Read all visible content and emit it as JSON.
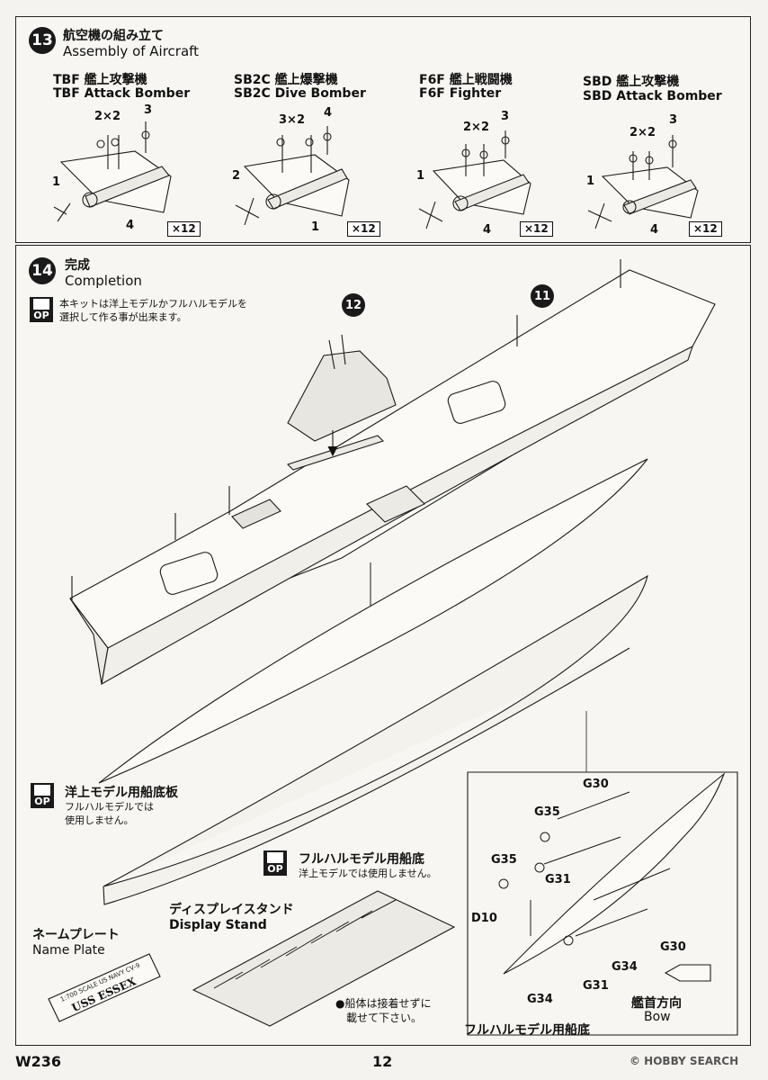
{
  "step13": {
    "number": "13",
    "title_jp": "航空機の組み立て",
    "title_en": "Assembly of Aircraft",
    "aircraft": [
      {
        "name_jp": "TBF 艦上攻撃機",
        "name_en": "TBF Attack Bomber",
        "labels": [
          "2×2",
          "3",
          "1",
          "4"
        ],
        "qty": "×12"
      },
      {
        "name_jp": "SB2C 艦上爆撃機",
        "name_en": "SB2C Dive Bomber",
        "labels": [
          "3×2",
          "4",
          "2",
          "1"
        ],
        "qty": "×12"
      },
      {
        "name_jp": "F6F 艦上戦闘機",
        "name_en": "F6F Fighter",
        "labels": [
          "2×2",
          "3",
          "1",
          "4"
        ],
        "qty": "×12"
      },
      {
        "name_jp": "SBD 艦上攻撃機",
        "name_en": "SBD Attack Bomber",
        "labels": [
          "2×2",
          "3",
          "1",
          "4"
        ],
        "qty": "×12"
      }
    ]
  },
  "step14": {
    "number": "14",
    "title_jp": "完成",
    "title_en": "Completion",
    "op_label": "OP",
    "option_note_1": "本キットは洋上モデルかフルハルモデルを",
    "option_note_2": "選択して作る事が出来ます。",
    "ref_12": "12",
    "ref_11": "11",
    "waterline_plate_title": "洋上モデル用船底板",
    "waterline_plate_note_1": "フルハルモデルでは",
    "waterline_plate_note_2": "使用しません。",
    "fullhull_bottom_title": "フルハルモデル用船底",
    "fullhull_bottom_note": "洋上モデルでは使用しません。",
    "display_stand_jp": "ディスプレイスタンド",
    "display_stand_en": "Display Stand",
    "name_plate_jp": "ネームプレート",
    "name_plate_en": "Name Plate",
    "name_plate_line1": "1:700 SCALE US NAVY CV-9",
    "name_plate_line2": "USS ESSEX",
    "hull_note_1": "●船体は接着せずに",
    "hull_note_2": "載せて下さい。",
    "inset": {
      "parts": [
        "G30",
        "G35",
        "G35",
        "G31",
        "D10",
        "G34",
        "G31",
        "G34",
        "G30"
      ],
      "bow_jp": "艦首方向",
      "bow_en": "Bow",
      "caption": "フルハルモデル用船底"
    }
  },
  "footer": {
    "code": "W236",
    "page": "12",
    "watermark": "© HOBBY SEARCH"
  }
}
